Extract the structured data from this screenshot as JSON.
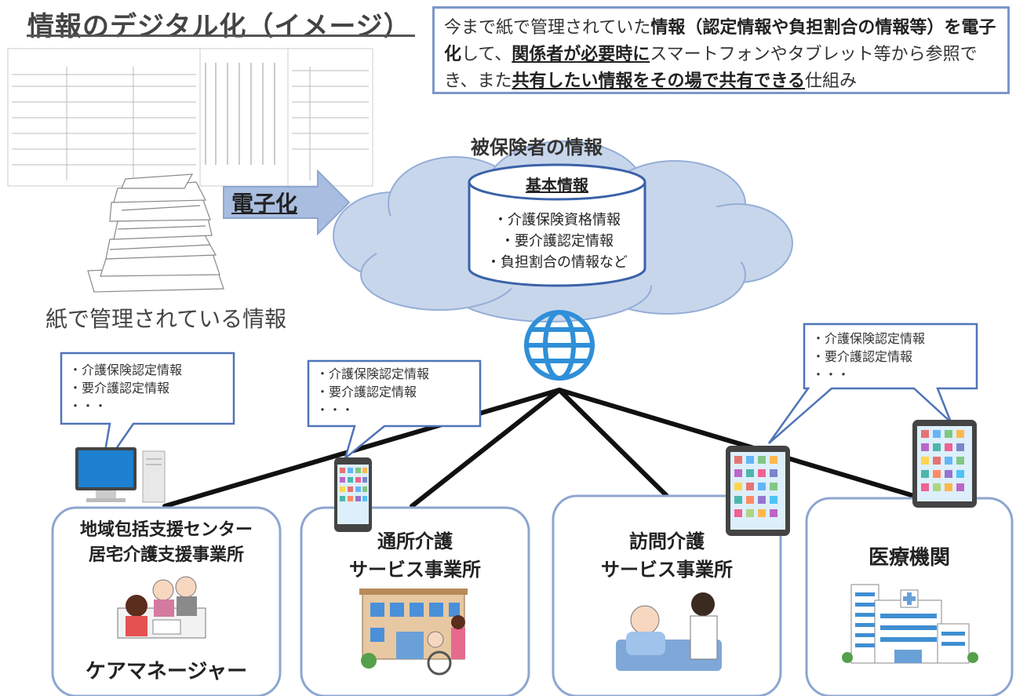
{
  "header": {
    "title": "情報のデジタル化（イメージ）",
    "description_parts": [
      {
        "text": "今まで紙で管理されていた",
        "bold": false,
        "underline": false
      },
      {
        "text": "情報（認定情報や負担割合の情報等）",
        "bold": true,
        "underline": false
      },
      {
        "text": "を電子化",
        "bold": true,
        "underline": false
      },
      {
        "text": "して、",
        "bold": false,
        "underline": false
      },
      {
        "text": "関係者が必要時に",
        "bold": true,
        "underline": true
      },
      {
        "text": "スマートフォンやタブレット等から参照でき、また",
        "bold": false,
        "underline": false
      },
      {
        "text": "共有したい情報をその場で共有できる",
        "bold": true,
        "underline": true
      },
      {
        "text": "仕組み",
        "bold": false,
        "underline": false
      }
    ]
  },
  "digitize": {
    "arrow_label": "電子化",
    "paper_label": "紙で管理されている情報"
  },
  "cloud": {
    "title": "被保険者の情報",
    "database_title": "基本情報",
    "items": [
      "・介護保険資格情報",
      "・要介護認定情報",
      "・負担割合の情報など"
    ]
  },
  "bubbles": [
    {
      "lines": [
        "・介護保険認定情報",
        "・要介護認定情報",
        "・・・"
      ]
    },
    {
      "lines": [
        "・介護保険認定情報",
        "・要介護認定情報",
        "・・・"
      ]
    },
    {
      "lines": [
        "・介護保険認定情報",
        "・要介護認定情報",
        "・・・"
      ]
    }
  ],
  "facilities": [
    {
      "title_lines": [
        "地域包括支援センター",
        "居宅介護支援事業所"
      ],
      "subtitle": "ケアマネージャー"
    },
    {
      "title_lines": [
        "通所介護",
        "サービス事業所"
      ]
    },
    {
      "title_lines": [
        "訪問介護",
        "サービス事業所"
      ]
    },
    {
      "title_lines": [
        "医療機関"
      ]
    }
  ],
  "colors": {
    "accent_blue": "#7c97c9",
    "cloud_fill": "#c5d3ea",
    "arrow_fill": "#9fb3d8",
    "globe": "#2f8fd8",
    "frame": "#8ea6d0"
  }
}
